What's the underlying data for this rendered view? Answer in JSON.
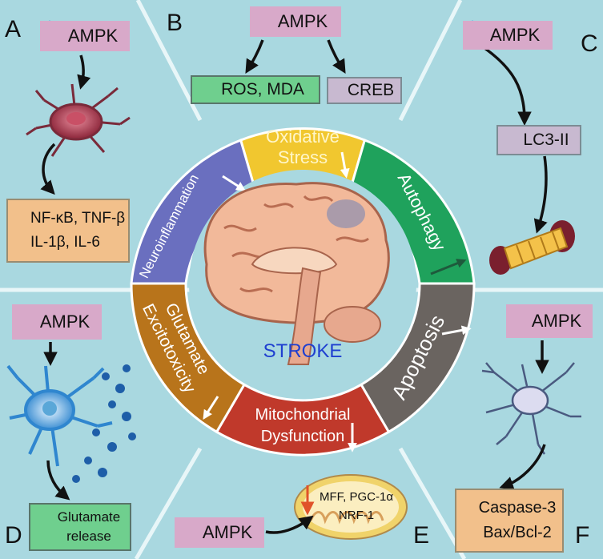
{
  "colors": {
    "background": "#a9d8e0",
    "up_arrow": "#2a86e8",
    "down_arrow": "#e0522a",
    "neuroinflammation": "#6a6fbf",
    "oxidative_stress": "#f1c72f",
    "autophagy": "#1fa25c",
    "apoptosis": "#6a6460",
    "mitochondrial": "#c0392b",
    "glutamate": "#b8741b",
    "stroke_text": "#1f3fd0"
  },
  "icons": {
    "up_arrow": "arrow-up-icon",
    "down_arrow": "arrow-down-icon",
    "microglia": "microglia-cell-icon",
    "neuron_blue": "neuron-icon",
    "astrocyte": "astrocyte-icon",
    "autophagosome": "autophagosome-icon",
    "mitochondrion": "mitochondrion-icon",
    "brain": "brain-icon"
  },
  "panels": {
    "A": {
      "letter": "A",
      "ampk": "AMPK",
      "line1": "NF-κB, TNF-β",
      "line2": "IL-1β, IL-6"
    },
    "B": {
      "letter": "B",
      "ampk": "AMPK",
      "down_label": "ROS, MDA",
      "up_label": "CREB"
    },
    "C": {
      "letter": "C",
      "ampk": "AMPK",
      "target": "LC3-II"
    },
    "D": {
      "letter": "D",
      "ampk": "AMPK",
      "line1": "Glutamate",
      "line2": "release"
    },
    "E": {
      "letter": "E",
      "ampk": "AMPK",
      "line1": "MFF, PGC-1α",
      "line2": "NRF-1"
    },
    "F": {
      "letter": "F",
      "ampk": "AMPK",
      "line1": "Caspase-3",
      "line2": "Bax/Bcl-2"
    }
  },
  "ring": {
    "oxidative_1": "Oxidative",
    "oxidative_2": "Stress",
    "autophagy": "Autophagy",
    "apoptosis": "Apoptosis",
    "mito_1": "Mitochondrial",
    "mito_2": "Dysfunction",
    "glut_1": "Glutamate",
    "glut_2": "Excitotoxicity",
    "neuro": "Neuroinflammation"
  },
  "center": {
    "label": "STROKE"
  }
}
